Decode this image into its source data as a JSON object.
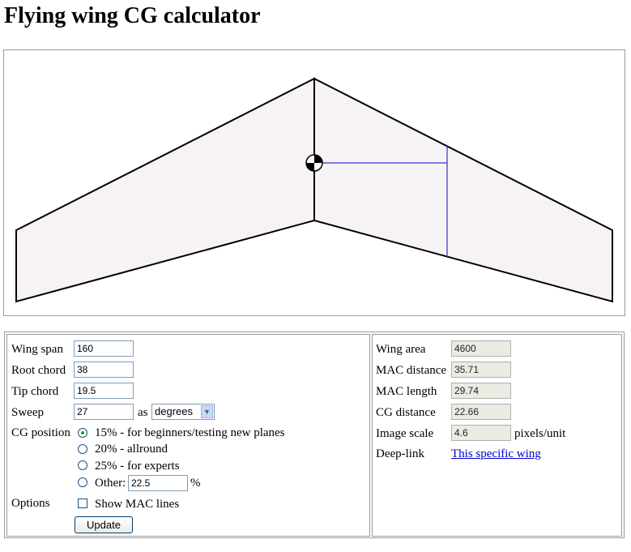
{
  "page": {
    "title": "Flying wing CG calculator"
  },
  "form": {
    "wing_span_label": "Wing span",
    "wing_span_value": "160",
    "root_chord_label": "Root chord",
    "root_chord_value": "38",
    "tip_chord_label": "Tip chord",
    "tip_chord_value": "19.5",
    "sweep_label": "Sweep",
    "sweep_value": "27",
    "sweep_as_text": "as",
    "sweep_unit_selected": "degrees",
    "cg_position_label": "CG position",
    "cg_options": [
      {
        "label": "15% - for beginners/testing new planes",
        "checked": true
      },
      {
        "label": "20% - allround",
        "checked": false
      },
      {
        "label": "25% - for experts",
        "checked": false
      },
      {
        "label": "Other:",
        "checked": false
      }
    ],
    "cg_other_value": "22.5",
    "cg_other_unit": "%",
    "options_label": "Options",
    "show_mac_label": "Show MAC lines",
    "show_mac_checked": false,
    "update_label": "Update"
  },
  "results": {
    "wing_area_label": "Wing area",
    "wing_area_value": "4600",
    "mac_distance_label": "MAC distance",
    "mac_distance_value": "35.71",
    "mac_length_label": "MAC length",
    "mac_length_value": "29.74",
    "cg_distance_label": "CG distance",
    "cg_distance_value": "22.66",
    "image_scale_label": "Image scale",
    "image_scale_value": "4.6",
    "image_scale_unit": "pixels/unit",
    "deep_link_label": "Deep-link",
    "deep_link_text": "This specific wing"
  },
  "colors": {
    "wing_fill": "#f6f2f6",
    "mac_line": "#3333cc",
    "outline": "#000000"
  },
  "icons": {
    "cg_marker": "cg-marker-icon",
    "select_arrow": "chevron-down-icon"
  }
}
